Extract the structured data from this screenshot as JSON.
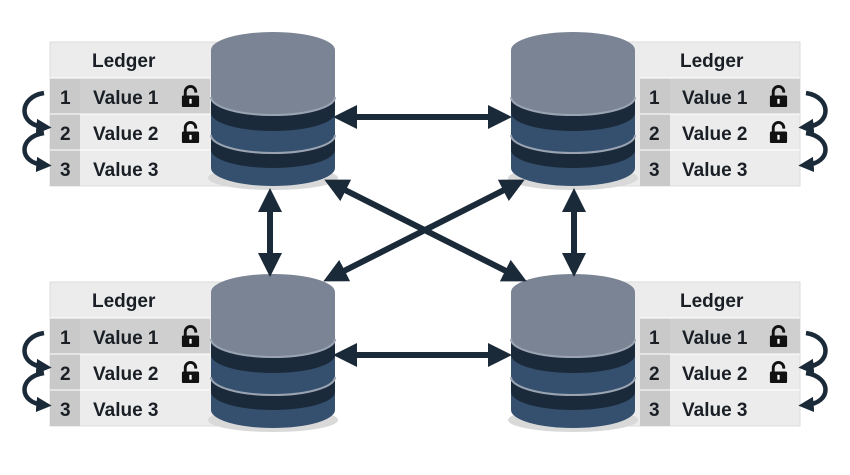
{
  "colors": {
    "panel": "#ececec",
    "panel_border": "#dcdcdc",
    "num_col": "#c9c9c9",
    "highlight_row": "#cfcfcf",
    "db_top": "#7b8494",
    "db_band_dark": "#1b2a3a",
    "db_band_blue": "#35506e",
    "db_shadow": "#d9d9d9",
    "arrow": "#1b2a38",
    "text": "#1a1f26"
  },
  "icons": {
    "lock": "padlock-icon",
    "sync_arrow": "curved-arrow-icon",
    "database": "database-icon"
  },
  "ledgers": [
    {
      "id": "top-left",
      "title": "Ledger",
      "rows": [
        {
          "num": "1",
          "value": "Value 1",
          "locked": true
        },
        {
          "num": "2",
          "value": "Value 2",
          "locked": true
        },
        {
          "num": "3",
          "value": "Value 3",
          "locked": false
        }
      ]
    },
    {
      "id": "top-right",
      "title": "Ledger",
      "rows": [
        {
          "num": "1",
          "value": "Value 1",
          "locked": true
        },
        {
          "num": "2",
          "value": "Value 2",
          "locked": true
        },
        {
          "num": "3",
          "value": "Value 3",
          "locked": false
        }
      ]
    },
    {
      "id": "bottom-left",
      "title": "Ledger",
      "rows": [
        {
          "num": "1",
          "value": "Value 1",
          "locked": true
        },
        {
          "num": "2",
          "value": "Value 2",
          "locked": true
        },
        {
          "num": "3",
          "value": "Value 3",
          "locked": false
        }
      ]
    },
    {
      "id": "bottom-right",
      "title": "Ledger",
      "rows": [
        {
          "num": "1",
          "value": "Value 1",
          "locked": true
        },
        {
          "num": "2",
          "value": "Value 2",
          "locked": true
        },
        {
          "num": "3",
          "value": "Value 3",
          "locked": false
        }
      ]
    }
  ]
}
